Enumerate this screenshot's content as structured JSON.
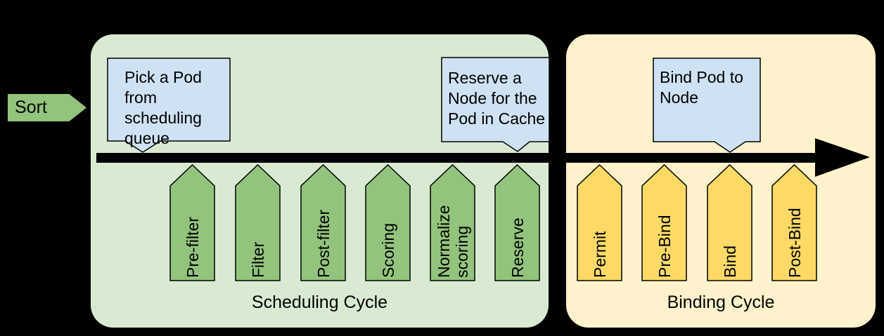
{
  "colors": {
    "background": "#000000",
    "scheduling_container": "#d9ead3",
    "scheduling_stage": "#93c47d",
    "binding_container": "#fff2cc",
    "binding_stage": "#ffd966",
    "callout_fill": "#cfe2f3",
    "arrow": "#000000",
    "sort_arrow_fill": "#93c47d",
    "text": "#000000"
  },
  "sort_arrow": {
    "label": "Sort"
  },
  "scheduling_cycle": {
    "label": "Scheduling Cycle",
    "stages": [
      "Pre-filter",
      "Filter",
      "Post-filter",
      "Scoring",
      "Normalize scoring",
      "Reserve"
    ]
  },
  "binding_cycle": {
    "label": "Binding Cycle",
    "stages": [
      "Permit",
      "Pre-Bind",
      "Bind",
      "Post-Bind"
    ]
  },
  "callouts": {
    "pick_pod": {
      "lines": [
        "Pick a Pod from",
        "scheduling",
        "queue"
      ]
    },
    "reserve_node": {
      "lines": [
        "Reserve a",
        "Node for the",
        "Pod in Cache"
      ]
    },
    "bind_pod": {
      "lines": [
        "Bind Pod to",
        "Node"
      ]
    }
  }
}
